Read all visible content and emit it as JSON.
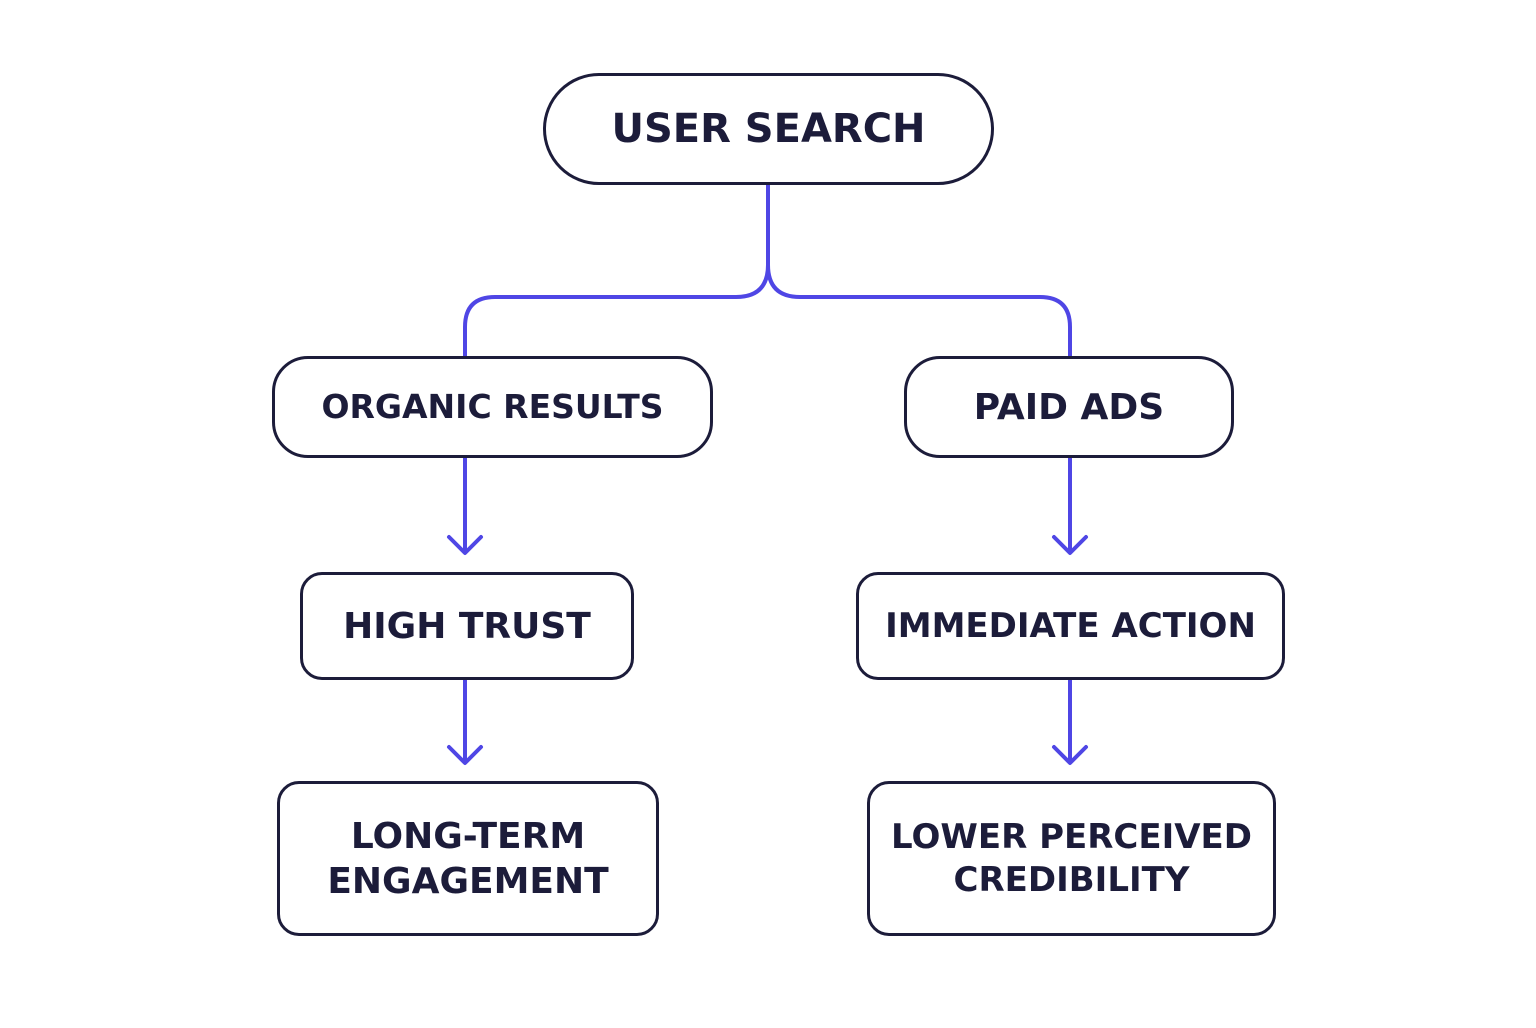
{
  "colors": {
    "connector": "#4f46e5",
    "node_border": "#1c1c3a",
    "text": "#1c1c3a",
    "background": "#ffffff"
  },
  "nodes": {
    "user_search": "USER SEARCH",
    "organic_results": "ORGANIC RESULTS",
    "paid_ads": "PAID ADS",
    "high_trust": "HIGH TRUST",
    "immediate_action": "IMMEDIATE ACTION",
    "long_term_engagement": [
      "LONG-TERM",
      "ENGAGEMENT"
    ],
    "lower_perceived_credibility": [
      "LOWER PERCEIVED",
      "CREDIBILITY"
    ]
  },
  "edges": [
    {
      "from": "USER SEARCH",
      "to": "ORGANIC RESULTS"
    },
    {
      "from": "USER SEARCH",
      "to": "PAID ADS"
    },
    {
      "from": "ORGANIC RESULTS",
      "to": "HIGH TRUST"
    },
    {
      "from": "HIGH TRUST",
      "to": "LONG-TERM ENGAGEMENT"
    },
    {
      "from": "PAID ADS",
      "to": "IMMEDIATE ACTION"
    },
    {
      "from": "IMMEDIATE ACTION",
      "to": "LOWER PERCEIVED CREDIBILITY"
    }
  ]
}
